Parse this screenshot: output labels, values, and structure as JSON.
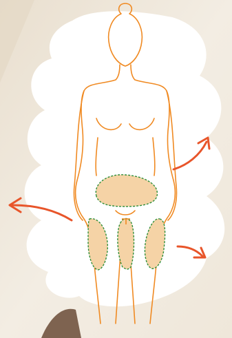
{
  "colors": {
    "background": "#efe8dc",
    "blob": "#ffffff",
    "outline": "#f08a22",
    "fill_zone": "#f5d3a6",
    "dash": "#2f8f3a",
    "arrow": "#e8552a"
  },
  "figure": {
    "name": "female-body-outline",
    "zones": [
      "abdomen-zone",
      "left-thigh-zone",
      "inner-thighs-zone",
      "right-thigh-zone"
    ],
    "arrows": [
      "arrow-right-up",
      "arrow-left",
      "arrow-right-down"
    ]
  }
}
